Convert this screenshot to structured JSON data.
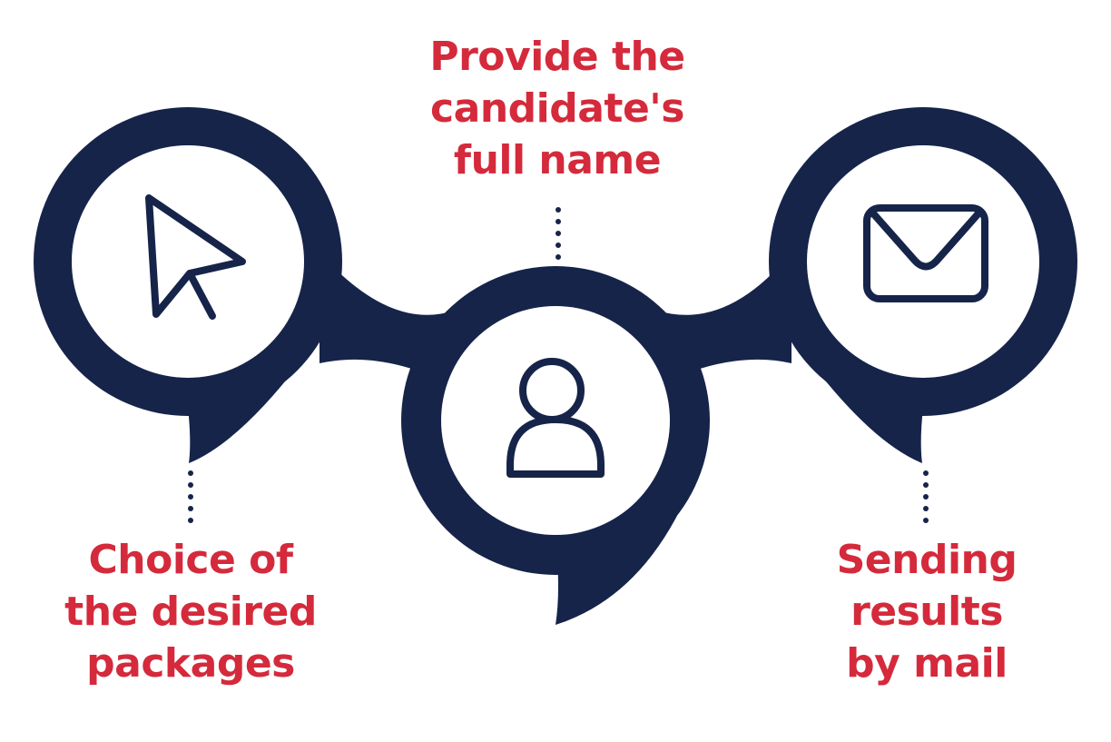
{
  "colors": {
    "navy": "#16244a",
    "accent": "#d42a3b",
    "background": "#ffffff"
  },
  "steps": [
    {
      "icon": "cursor-arrow-icon",
      "lines": [
        "Choice of",
        "the desired",
        "packages"
      ]
    },
    {
      "icon": "user-icon",
      "lines": [
        "Provide the",
        "candidate's",
        "full name"
      ]
    },
    {
      "icon": "envelope-icon",
      "lines": [
        "Sending",
        "results",
        "by mail"
      ]
    }
  ]
}
